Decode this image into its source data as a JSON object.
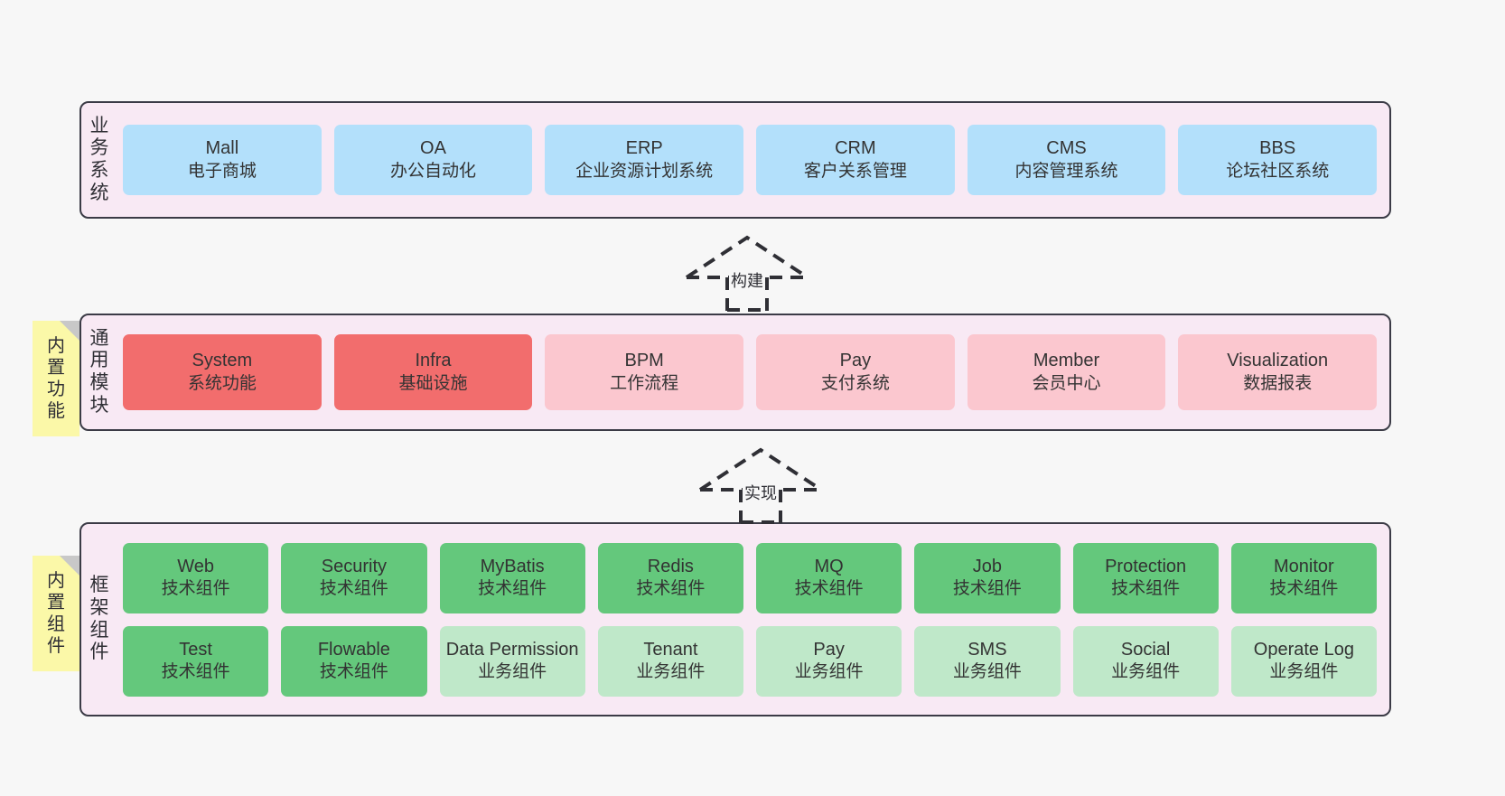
{
  "diagram": {
    "background": "#f7f7f7",
    "layer_fill": "#f8e9f4",
    "layer_border": "#3b3b46"
  },
  "layers": [
    {
      "id": "business-systems",
      "caption": "业务系统",
      "caption_chars": [
        "业",
        "务",
        "系",
        "统"
      ],
      "color": "#b3e0fb",
      "cards": [
        {
          "en": "Mall",
          "cn": "电子商城",
          "style": "blue"
        },
        {
          "en": "OA",
          "cn": "办公自动化",
          "style": "blue"
        },
        {
          "en": "ERP",
          "cn": "企业资源计划系统",
          "style": "blue"
        },
        {
          "en": "CRM",
          "cn": "客户关系管理",
          "style": "blue"
        },
        {
          "en": "CMS",
          "cn": "内容管理系统",
          "style": "blue"
        },
        {
          "en": "BBS",
          "cn": "论坛社区系统",
          "style": "blue"
        }
      ]
    },
    {
      "id": "common-modules",
      "caption": "通用模块",
      "caption_chars": [
        "通",
        "用",
        "模",
        "块"
      ],
      "note": {
        "text": "内置功能",
        "chars": [
          "内",
          "置",
          "功",
          "能"
        ],
        "color": "#fbf8a8"
      },
      "cards": [
        {
          "en": "System",
          "cn": "系统功能",
          "style": "red"
        },
        {
          "en": "Infra",
          "cn": "基础设施",
          "style": "red"
        },
        {
          "en": "BPM",
          "cn": "工作流程",
          "style": "pink"
        },
        {
          "en": "Pay",
          "cn": "支付系统",
          "style": "pink"
        },
        {
          "en": "Member",
          "cn": "会员中心",
          "style": "pink"
        },
        {
          "en": "Visualization",
          "cn": "数据报表",
          "style": "pink"
        }
      ]
    },
    {
      "id": "framework-components",
      "caption": "框架组件",
      "caption_chars": [
        "框",
        "架",
        "组",
        "件"
      ],
      "note": {
        "text": "内置组件",
        "chars": [
          "内",
          "置",
          "组",
          "件"
        ],
        "color": "#fbf8a8"
      },
      "rows": [
        [
          {
            "en": "Web",
            "cn": "技术组件",
            "style": "green"
          },
          {
            "en": "Security",
            "cn": "技术组件",
            "style": "green"
          },
          {
            "en": "MyBatis",
            "cn": "技术组件",
            "style": "green"
          },
          {
            "en": "Redis",
            "cn": "技术组件",
            "style": "green"
          },
          {
            "en": "MQ",
            "cn": "技术组件",
            "style": "green"
          },
          {
            "en": "Job",
            "cn": "技术组件",
            "style": "green"
          },
          {
            "en": "Protection",
            "cn": "技术组件",
            "style": "green"
          },
          {
            "en": "Monitor",
            "cn": "技术组件",
            "style": "green"
          }
        ],
        [
          {
            "en": "Test",
            "cn": "技术组件",
            "style": "green"
          },
          {
            "en": "Flowable",
            "cn": "技术组件",
            "style": "green"
          },
          {
            "en": "Data Permission",
            "cn": "业务组件",
            "style": "lgreen"
          },
          {
            "en": "Tenant",
            "cn": "业务组件",
            "style": "lgreen"
          },
          {
            "en": "Pay",
            "cn": "业务组件",
            "style": "lgreen"
          },
          {
            "en": "SMS",
            "cn": "业务组件",
            "style": "lgreen"
          },
          {
            "en": "Social",
            "cn": "业务组件",
            "style": "lgreen"
          },
          {
            "en": "Operate Log",
            "cn": "业务组件",
            "style": "lgreen"
          }
        ]
      ]
    }
  ],
  "connectors": [
    {
      "id": "build",
      "label": "构建",
      "from": "common-modules",
      "to": "business-systems"
    },
    {
      "id": "implement",
      "label": "实现",
      "from": "framework-components",
      "to": "common-modules"
    }
  ]
}
